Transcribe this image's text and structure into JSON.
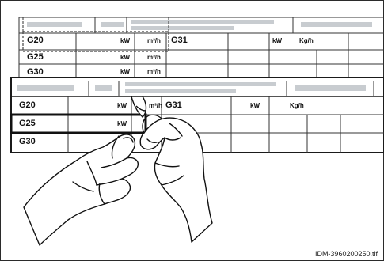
{
  "back_plate": {
    "rows": [
      {
        "gas": "G20",
        "unit_power": "kW",
        "unit_flow": "m³/h"
      },
      {
        "gas": "G25",
        "unit_power": "kW",
        "unit_flow": "m³/h"
      },
      {
        "gas": "G30",
        "unit_power": "kW",
        "unit_flow": "m³/h"
      }
    ],
    "g31": {
      "gas": "G31",
      "unit_power": "kW",
      "unit_flow": "Kg/h"
    }
  },
  "front_plate": {
    "rows": [
      {
        "gas": "G20",
        "unit_power": "kW",
        "unit_flow": "m³/h"
      },
      {
        "gas": "G25",
        "unit_power": "kW"
      },
      {
        "gas": "G30"
      }
    ],
    "g31": {
      "gas": "G31",
      "unit_power": "kW",
      "unit_flow": "Kg/h"
    }
  },
  "caption": "IDM-3960200250.tif"
}
